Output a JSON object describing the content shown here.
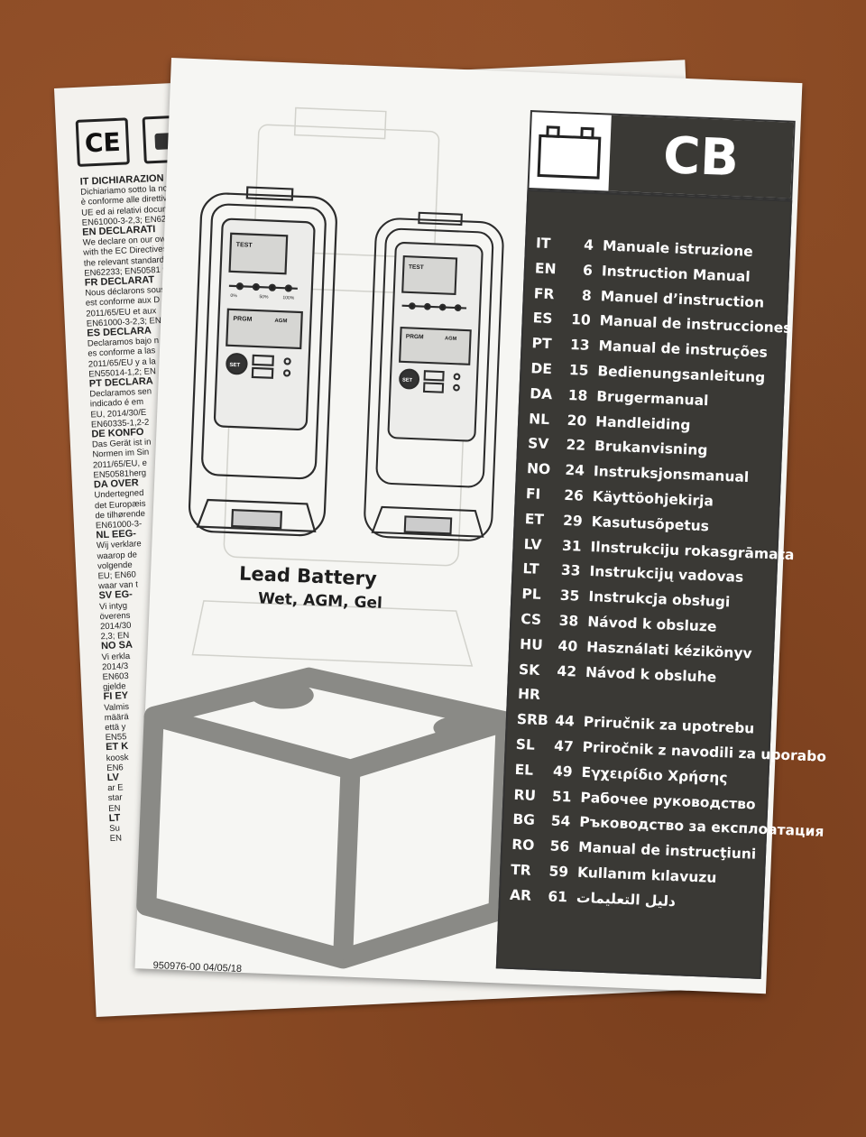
{
  "declaration": {
    "ce_mark": "CE",
    "lines": [
      {
        "text": "IT DICHIARAZION",
        "head": true
      },
      {
        "text": "Dichiariamo sotto la nos"
      },
      {
        "text": "è conforme alle direttive"
      },
      {
        "text": "UE ed ai relativi docum"
      },
      {
        "text": "EN61000-3-2,3; EN622"
      },
      {
        "text": "EN DECLARATI",
        "head": true
      },
      {
        "text": "We declare on our own"
      },
      {
        "text": "with the EC Directives"
      },
      {
        "text": "the relevant standards"
      },
      {
        "text": "EN62233; EN50581 w"
      },
      {
        "text": "FR DECLARAT",
        "head": true
      },
      {
        "text": "Nous déclarons sous"
      },
      {
        "text": "est conforme aux D"
      },
      {
        "text": "2011/65/EU et aux"
      },
      {
        "text": "EN61000-3-2,3; EN"
      },
      {
        "text": "ES DECLARA",
        "head": true
      },
      {
        "text": "Declaramos bajo n"
      },
      {
        "text": "es conforme a las"
      },
      {
        "text": "2011/65/EU y a la"
      },
      {
        "text": "EN55014-1,2; EN"
      },
      {
        "text": "PT DECLARA",
        "head": true
      },
      {
        "text": "Declaramos sen"
      },
      {
        "text": "indicado é em"
      },
      {
        "text": "EU, 2014/30/E"
      },
      {
        "text": "EN60335-1,2-2"
      },
      {
        "text": "DE KONFO",
        "head": true
      },
      {
        "text": "Das Gerät ist in"
      },
      {
        "text": "Normen im Sin"
      },
      {
        "text": "2011/65/EU, e"
      },
      {
        "text": "EN50581herg"
      },
      {
        "text": "DA OVER",
        "head": true
      },
      {
        "text": "Undertegned"
      },
      {
        "text": "det Europæis"
      },
      {
        "text": "de tilhørende"
      },
      {
        "text": "EN61000-3-"
      },
      {
        "text": "NL EEG-",
        "head": true
      },
      {
        "text": "Wij verklare"
      },
      {
        "text": "waarop de"
      },
      {
        "text": "volgende"
      },
      {
        "text": "EU; EN60"
      },
      {
        "text": "waar van t"
      },
      {
        "text": "SV EG-",
        "head": true
      },
      {
        "text": "Vi intyg"
      },
      {
        "text": "överens"
      },
      {
        "text": "2014/30"
      },
      {
        "text": "2,3; EN"
      },
      {
        "text": "NO SA",
        "head": true
      },
      {
        "text": "Vi erkla"
      },
      {
        "text": "2014/3"
      },
      {
        "text": "EN603"
      },
      {
        "text": "gjelde"
      },
      {
        "text": "FI EY",
        "head": true
      },
      {
        "text": "Valmis"
      },
      {
        "text": "määrä"
      },
      {
        "text": "että y"
      },
      {
        "text": "EN55"
      },
      {
        "text": "ET K",
        "head": true
      },
      {
        "text": "koosk"
      },
      {
        "text": "EN6"
      },
      {
        "text": "LV",
        "head": true
      },
      {
        "text": "ar E"
      },
      {
        "text": "star"
      },
      {
        "text": "EN"
      },
      {
        "text": "LT",
        "head": true
      },
      {
        "text": "Su"
      },
      {
        "text": "EN"
      }
    ]
  },
  "header": {
    "brand": "CB"
  },
  "languages": [
    {
      "code": "IT",
      "page": "4",
      "title": "Manuale istruzione"
    },
    {
      "code": "EN",
      "page": "6",
      "title": "Instruction Manual"
    },
    {
      "code": "FR",
      "page": "8",
      "title": "Manuel d’instruction"
    },
    {
      "code": "ES",
      "page": "10",
      "title": "Manual de instrucciones"
    },
    {
      "code": "PT",
      "page": "13",
      "title": "Manual de instruções"
    },
    {
      "code": "DE",
      "page": "15",
      "title": "Bedienungsanleitung"
    },
    {
      "code": "DA",
      "page": "18",
      "title": "Brugermanual"
    },
    {
      "code": "NL",
      "page": "20",
      "title": "Handleiding"
    },
    {
      "code": "SV",
      "page": "22",
      "title": "Brukanvisning"
    },
    {
      "code": "NO",
      "page": "24",
      "title": "Instruksjonsmanual"
    },
    {
      "code": "FI",
      "page": "26",
      "title": "Käyttöohjekirja"
    },
    {
      "code": "ET",
      "page": "29",
      "title": "Kasutusõpetus"
    },
    {
      "code": "LV",
      "page": "31",
      "title": "Ilnstrukciju rokasgrāmata"
    },
    {
      "code": "LT",
      "page": "33",
      "title": "Instrukcijų vadovas"
    },
    {
      "code": "PL",
      "page": "35",
      "title": "Instrukcja obsługi"
    },
    {
      "code": "CS",
      "page": "38",
      "title": "Návod k obsluze"
    },
    {
      "code": "HU",
      "page": "40",
      "title": "Használati kézikönyv"
    },
    {
      "code": "SK",
      "page": "42",
      "title": "Návod k obsluhe"
    },
    {
      "code": "HR",
      "page": "",
      "title": ""
    },
    {
      "code": "SRB",
      "page": "44",
      "title": "Priručnik za upotrebu"
    },
    {
      "code": "SL",
      "page": "47",
      "title": "Priročnik z navodili za uporabo"
    },
    {
      "code": "EL",
      "page": "49",
      "title": "Εγχειρίδιο Χρήσης"
    },
    {
      "code": "RU",
      "page": "51",
      "title": "Рабочее руководство"
    },
    {
      "code": "BG",
      "page": "54",
      "title": "Ръководство за експлоатация"
    },
    {
      "code": "RO",
      "page": "56",
      "title": "Manual de instrucţiuni"
    },
    {
      "code": "TR",
      "page": "59",
      "title": "Kullanım kılavuzu"
    },
    {
      "code": "AR",
      "page": "61",
      "title": "دليل التعليمات"
    }
  ],
  "device": {
    "test_label": "TEST",
    "prgm_label": "PRGM",
    "agm_label": "AGM",
    "set_label": "SET",
    "percent_ticks": [
      "0%",
      "50%",
      "100%"
    ]
  },
  "lead_battery": {
    "title": "Lead Battery",
    "subtitle": "Wet, AGM, Gel"
  },
  "footer": {
    "doc_code": "950976-00  04/05/18"
  },
  "colors": {
    "panel_dark": "#3a3935",
    "paper": "#f6f6f3",
    "background_fabric": "#8a4a24"
  }
}
